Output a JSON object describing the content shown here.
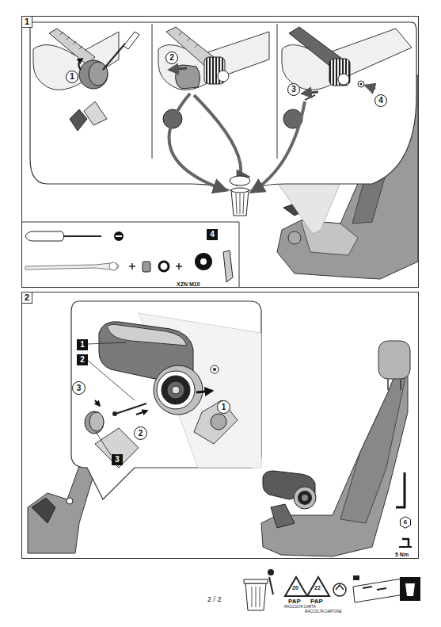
{
  "diagram": {
    "nodes": [
      {
        "text": [
          "1"
        ]
      },
      {
        "text": [
          "1"
        ],
        "in": 0
      },
      {
        "text": [
          "2"
        ],
        "in": 0
      },
      {
        "text": [
          "3"
        ],
        "in": 0
      },
      {
        "text": [
          "4"
        ],
        "in": 0
      },
      {
        "text": [
          "XZN M10"
        ],
        "in": 0
      },
      {
        "text": [
          "4"
        ],
        "in": 5
      },
      {
        "text": [
          "2"
        ]
      },
      {
        "text": [
          "1"
        ],
        "in": 7
      },
      {
        "text": [
          "2"
        ],
        "in": 7
      },
      {
        "text": [
          "3"
        ],
        "in": 7
      },
      {
        "text": [
          "2"
        ],
        "in": 7
      },
      {
        "text": [
          "3"
        ],
        "in": 7
      },
      {
        "text": [
          "1"
        ],
        "in": 7
      },
      {
        "text": [
          "5 Nm"
        ],
        "in": 7
      },
      {
        "text": [
          "6"
        ],
        "in": 14
      }
    ],
    "labels": [
      "2 / 2",
      "20",
      "PAP",
      "RACCOLTA CARTA",
      "22",
      "PAP",
      "RACCOLTA CARTONE"
    ]
  }
}
